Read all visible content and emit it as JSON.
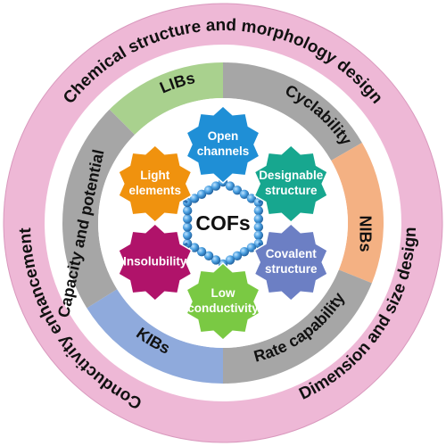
{
  "colors": {
    "outer_ring": "#eeb8d6",
    "outer_ring_edge": "#d998bd",
    "band_gray": "#a6a6a6",
    "libs": "#a9d18e",
    "nibs": "#f4b183",
    "kibs": "#8faadc",
    "bead": "#4a9fe0",
    "bead_dark": "#2a6fb3",
    "bead_red": "#c0392b"
  },
  "outer_labels": [
    {
      "text": "Chemical structure and morphology design"
    },
    {
      "text": "Conductivity enhancement"
    },
    {
      "text": "Dimension and size design"
    }
  ],
  "band_segments": [
    {
      "id": "libs",
      "text": "LIBs",
      "color_key": "libs"
    },
    {
      "id": "cyclability",
      "text": "Cyclability",
      "color_key": "band_gray"
    },
    {
      "id": "nibs",
      "text": "NIBs",
      "color_key": "nibs"
    },
    {
      "id": "rate",
      "text": "Rate capability",
      "color_key": "band_gray"
    },
    {
      "id": "kibs",
      "text": "KIBs",
      "color_key": "kibs"
    },
    {
      "id": "capacity",
      "text": "Capacity and potential",
      "color_key": "band_gray"
    }
  ],
  "stars": [
    {
      "id": "open-channels",
      "lines": [
        "Open",
        "channels"
      ],
      "color": "#1f8fd6"
    },
    {
      "id": "designable-structure",
      "lines": [
        "Designable",
        "structure"
      ],
      "color": "#17a78f"
    },
    {
      "id": "covalent-structure",
      "lines": [
        "Covalent",
        "structure"
      ],
      "color": "#6c7fc4"
    },
    {
      "id": "low-conductivity",
      "lines": [
        "Low",
        "conductivity"
      ],
      "color": "#7ac943"
    },
    {
      "id": "insolubility",
      "lines": [
        "Insolubility"
      ],
      "color": "#b0136a"
    },
    {
      "id": "light-elements",
      "lines": [
        "Light",
        "elements"
      ],
      "color": "#f0920e"
    }
  ],
  "center": {
    "label": "COFs"
  }
}
